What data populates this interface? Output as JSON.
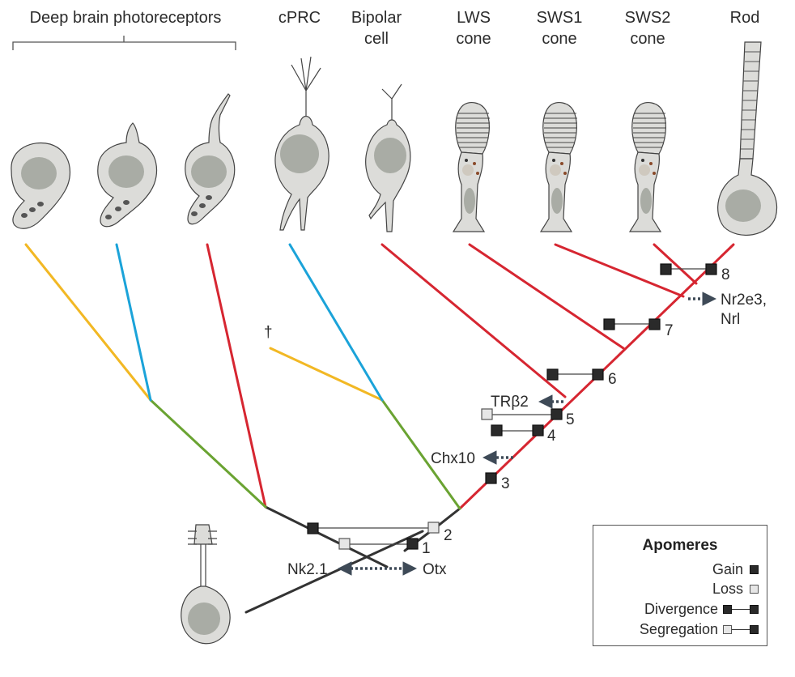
{
  "cell_labels": {
    "deep_brain": "Deep brain photoreceptors",
    "cprc": "cPRC",
    "bipolar": [
      "Bipolar",
      "cell"
    ],
    "lws": [
      "LWS",
      "cone"
    ],
    "sws1": [
      "SWS1",
      "cone"
    ],
    "sws2": [
      "SWS2",
      "cone"
    ],
    "rod": "Rod"
  },
  "nodes": [
    "1",
    "2",
    "3",
    "4",
    "5",
    "6",
    "7",
    "8"
  ],
  "genes": {
    "nk21": "Nk2.1",
    "otx": "Otx",
    "chx10": "Chx10",
    "trb2": "TRβ2",
    "nr2e3": "Nr2e3,",
    "nrl": "Nrl"
  },
  "extinct_mark": "†",
  "legend": {
    "title": "Apomeres",
    "gain": "Gain",
    "loss": "Loss",
    "divergence": "Divergence",
    "segregation": "Segregation"
  },
  "colors": {
    "yellow": "#f2b824",
    "blue": "#1ba3d9",
    "red": "#d62631",
    "green": "#6aa332",
    "dark": "#333333",
    "cell_fill": "#dcdcd9",
    "nucleus": "#a9aca5"
  }
}
